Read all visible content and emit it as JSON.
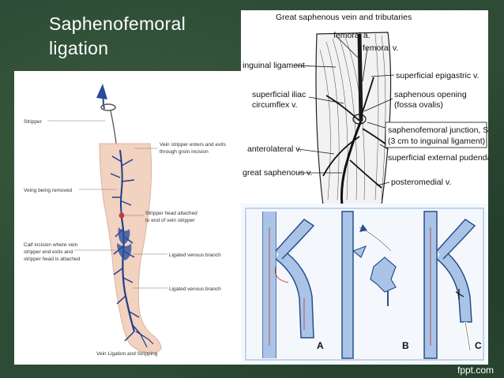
{
  "slide": {
    "title_line1": "Saphenofemoral",
    "title_line2": "ligation",
    "brand": "fppt.com"
  },
  "leg_diagram": {
    "labels": {
      "stripper": "Stripper",
      "entry_line1": "Vein stripper enters and exits",
      "entry_line2": "through groin incision",
      "vein_removed": "Veing being removed",
      "head_line1": "Stripper head attached",
      "head_line2": "to end of vein stripper",
      "calf_line1": "Calf incision where vein",
      "calf_line2": "stripper end exits and",
      "calf_line3": "stripper head is attached",
      "ligated_1": "Ligated venous branch",
      "ligated_2": "Ligated venous branch",
      "caption": "Vein Ligation and Stripping"
    }
  },
  "anatomy_diagram": {
    "title": "Great saphenous vein and tributaries",
    "labels": {
      "femoral_a": "femoral a.",
      "femoral_v": "femoral v.",
      "inguinal": "inguinal ligament",
      "epigastric": "superficial epigastric v.",
      "iliac_1": "superficial iliac",
      "iliac_2": "circumflex v.",
      "opening_1": "saphenous opening",
      "opening_2": "(fossa ovalis)",
      "sfj_1": "saphenofemoral junction, SFJ",
      "sfj_2": "(3 cm to inguinal ligament)",
      "anterolateral": "anterolateral v.",
      "pudendal": "superficial external pudendal v.",
      "great_saphenous": "great saphenous v.",
      "posteromedial": "posteromedial v."
    }
  },
  "surgery_diagram": {
    "labels": {
      "a": "A",
      "b": "B",
      "c": "C"
    }
  },
  "colors": {
    "background": "#2c4a34",
    "vein_blue": "#1f3f8a",
    "vein_light": "#a9c4e6",
    "skin": "#f2d2c0",
    "thread": "#c03a2b"
  }
}
